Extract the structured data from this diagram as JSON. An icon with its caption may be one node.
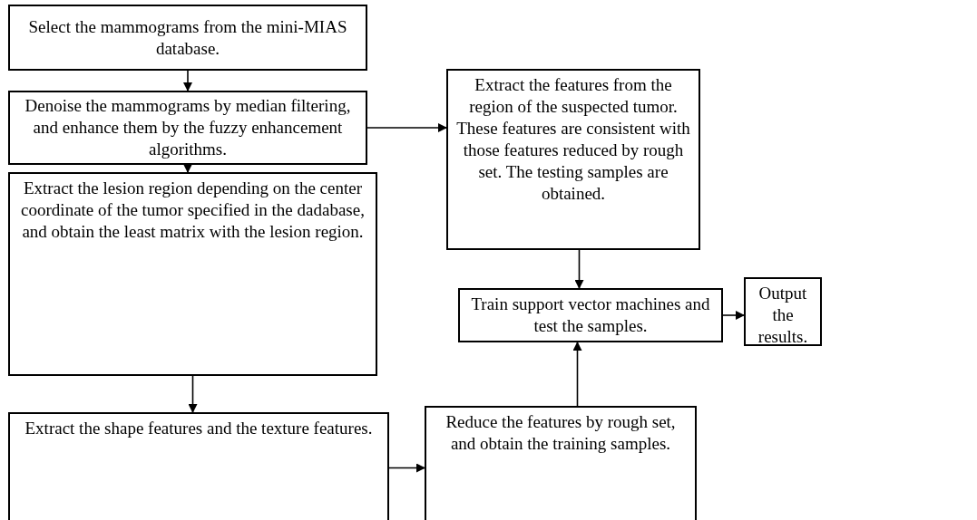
{
  "diagram": {
    "nodes": [
      {
        "text": [
          "Select the mammograms from the mini-MIAS database."
        ]
      },
      {
        "text": [
          "Denoise the mammograms by median filtering, and enhance them by the fuzzy enhancement algorithms."
        ]
      },
      {
        "text": [
          "Extract the lesion region depending on the center coordinate of the tumor specified in the dadabase, and obtain the least matrix with the lesion region."
        ]
      },
      {
        "text": [
          "Extract the shape features and the texture features."
        ]
      },
      {
        "text": [
          "Extract the features from the region of the suspected tumor. These features are consistent with those features reduced by rough set. The testing samples are obtained."
        ]
      },
      {
        "text": [
          "Reduce the features by rough set, and obtain the training samples."
        ]
      },
      {
        "text": [
          "Train support vector machines and test the samples."
        ]
      },
      {
        "text": [
          "Output the results."
        ]
      }
    ],
    "edges": [
      {
        "from": 0,
        "to": 1,
        "arrow": "to"
      },
      {
        "from": 1,
        "to": 2,
        "arrow": "to"
      },
      {
        "from": 1,
        "to": 4,
        "arrow": "to"
      },
      {
        "from": 2,
        "to": 3,
        "arrow": "to"
      },
      {
        "from": 3,
        "to": 5,
        "arrow": "to"
      },
      {
        "from": 4,
        "to": 6,
        "arrow": "to"
      },
      {
        "from": 5,
        "to": 6,
        "arrow": "to"
      },
      {
        "from": 6,
        "to": 7,
        "arrow": "to"
      }
    ]
  }
}
